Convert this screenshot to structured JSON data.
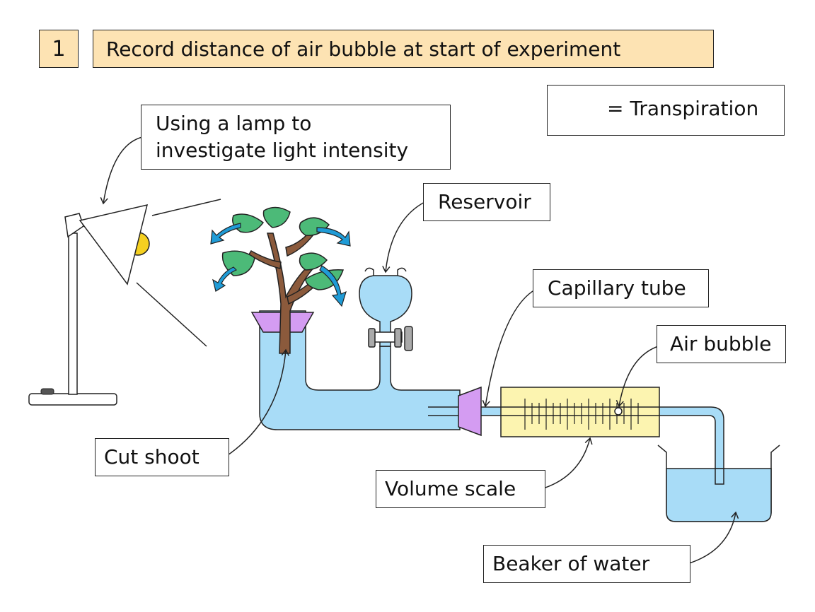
{
  "step": {
    "number": "1",
    "title": "Record distance of air bubble at start of experiment"
  },
  "legend": {
    "icon": "curved-arrow-icon",
    "label": "= Transpiration"
  },
  "labels": {
    "lamp_line1": "Using a lamp to",
    "lamp_line2": "investigate light intensity",
    "reservoir": "Reservoir",
    "capillary_tube": "Capillary tube",
    "air_bubble": "Air bubble",
    "cut_shoot": "Cut shoot",
    "volume_scale": "Volume scale",
    "beaker": "Beaker of water"
  },
  "colors": {
    "title_fill": "#fde3b3",
    "water": "#a8dcf7",
    "leaf": "#4cba78",
    "stem": "#8b5a3c",
    "bung": "#d49cf2",
    "scale": "#fcf4b0",
    "arrow": "#1f9bd6",
    "bulb": "#f5d020",
    "tap": "#aaaaaa"
  }
}
